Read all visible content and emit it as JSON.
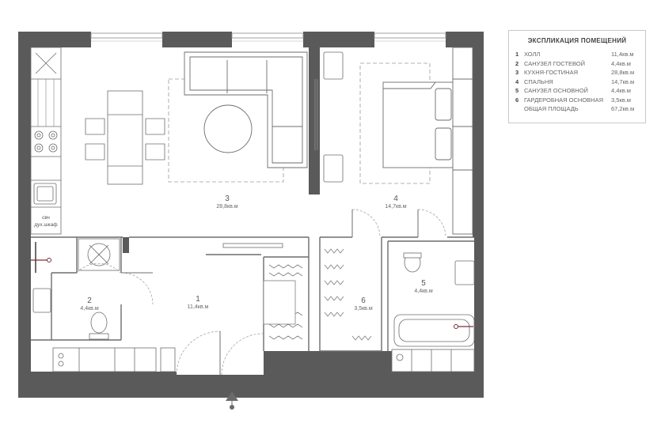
{
  "legend": {
    "title": "ЭКСПЛИКАЦИЯ ПОМЕЩЕНИЙ",
    "rooms": [
      {
        "num": "1",
        "name": "ХОЛЛ",
        "area": "11,4кв.м"
      },
      {
        "num": "2",
        "name": "САНУЗЕЛ ГОСТЕВОЙ",
        "area": "4,4кв.м"
      },
      {
        "num": "3",
        "name": "КУХНЯ-ГОСТИНАЯ",
        "area": "28,8кв.м"
      },
      {
        "num": "4",
        "name": "СПАЛЬНЯ",
        "area": "14,7кв.м"
      },
      {
        "num": "5",
        "name": "САНУЗЕЛ ОСНОВНОЙ",
        "area": "4,4кв.м"
      },
      {
        "num": "6",
        "name": "ГАРДЕРОБНАЯ ОСНОВНАЯ",
        "area": "3,5кв.м"
      }
    ],
    "total_label": "ОБЩАЯ ПЛОЩАДЬ",
    "total_area": "67,2кв.м"
  },
  "plan_labels": [
    {
      "num": "1",
      "area": "11,4кв.м"
    },
    {
      "num": "2",
      "area": "4,4кв.м"
    },
    {
      "num": "3",
      "area": "28,8кв.м"
    },
    {
      "num": "4",
      "area": "14,7кв.м"
    },
    {
      "num": "5",
      "area": "4,4кв.м"
    },
    {
      "num": "6",
      "area": "3,5кв.м"
    }
  ],
  "fixtures": {
    "oven_line1": "свч",
    "oven_line2": "дух.шкаф"
  },
  "colors": {
    "wall": "#5a5a5a",
    "line": "#6d6d6d",
    "dash": "#9a9a9a",
    "entry_marker": "#6a6a6a"
  },
  "icons": [
    "entrance-arrow-icon",
    "riser-marker-icon"
  ]
}
